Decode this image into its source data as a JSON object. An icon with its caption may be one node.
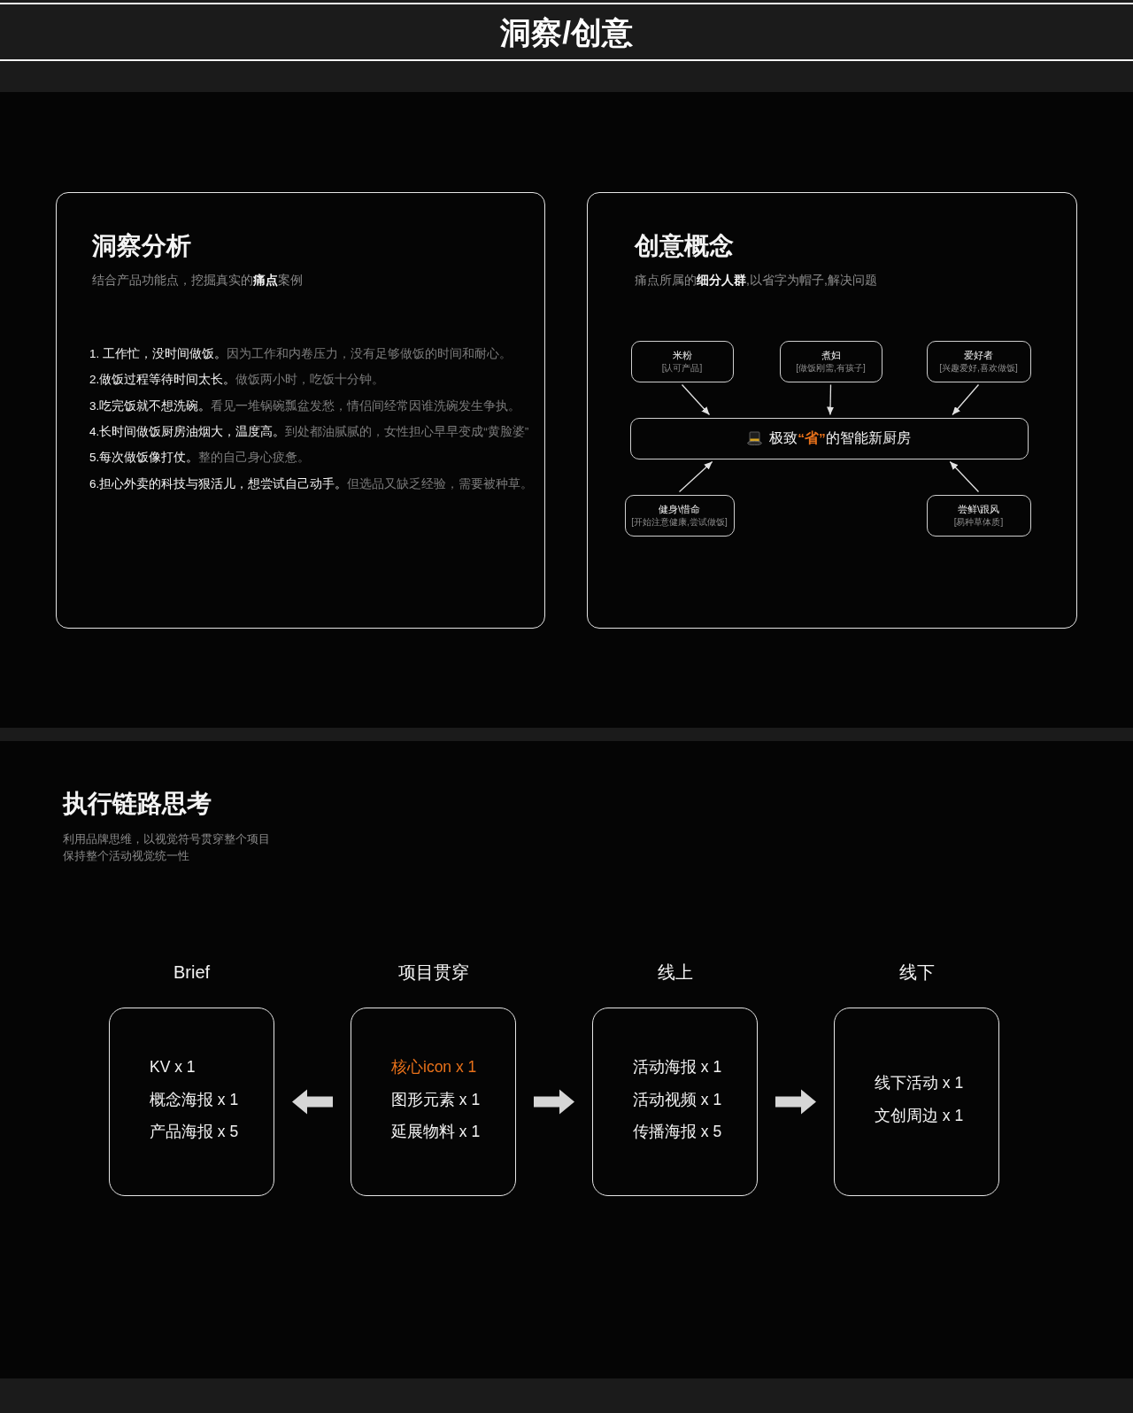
{
  "diagram": {
    "title": "洞察/创意",
    "nodes": [
      {
        "text": [
          "洞察分析",
          "结合产品功能点，挖掘真实的**痛点**案例",
          "**1. 工作忙，没时间做饭。**因为工作和内卷压力，没有足够做饭的时间和耐心。",
          "**2.做饭过程等待时间太长。**做饭两小时，吃饭十分钟。",
          "**3.吃完饭就不想洗碗。**看见一堆锅碗瓢盆发愁，情侣间经常因谁洗碗发生争执。",
          "**4.长时间做饭厨房油烟大，温度高。**到处都油腻腻的，女性担心早早变成“黄脸婆”",
          "**5.每次做饭像打仗。**整的自己身心疲惫。",
          "**6.担心外卖的科技与狠活儿，想尝试自己动手。**但选品又缺乏经验，需要被种草。"
        ]
      },
      {
        "text": [
          "创意概念",
          "痛点所属的**细分人群**,以省字为帽子,解决问题"
        ]
      },
      {
        "text": [
          "米粉",
          "[认可产品]"
        ],
        "in": 1
      },
      {
        "text": [
          "煮妇",
          "[做饭刚需,有孩子]"
        ],
        "in": 1
      },
      {
        "text": [
          "爱好者",
          "[兴趣爱好,喜欢做饭]"
        ],
        "in": 1
      },
      {
        "text": [
          "极致**“省”**的智能新厨房"
        ],
        "in": 1
      },
      {
        "text": [
          "健身\\惜命",
          "[开始注意健康,尝试做饭]"
        ],
        "in": 1
      },
      {
        "text": [
          "尝鲜\\跟风",
          "[易种草体质]"
        ],
        "in": 1
      },
      {
        "text": [
          "Brief",
          "KV x 1",
          "概念海报 x 1",
          "产品海报 x 5"
        ]
      },
      {
        "text": [
          "项目贯穿",
          "核心icon x 1",
          "图形元素 x 1",
          "延展物料 x 1"
        ]
      },
      {
        "text": [
          "线上",
          "活动海报 x 1",
          "活动视频 x 1",
          "传播海报 x 5"
        ]
      },
      {
        "text": [
          "线下",
          "线下活动 x 1",
          "文创周边 x 1"
        ]
      }
    ],
    "edges": [
      {
        "from": 2,
        "to": 5,
        "arrow": "to"
      },
      {
        "from": 3,
        "to": 5,
        "arrow": "to"
      },
      {
        "from": 4,
        "to": 5,
        "arrow": "to"
      },
      {
        "from": 6,
        "to": 5,
        "arrow": "to"
      },
      {
        "from": 7,
        "to": 5,
        "arrow": "to"
      },
      {
        "from": 9,
        "to": 8,
        "arrow": "to",
        "style": "thick"
      },
      {
        "from": 9,
        "to": 10,
        "arrow": "to",
        "style": "thick"
      },
      {
        "from": 10,
        "to": 11,
        "arrow": "to",
        "style": "thick"
      }
    ],
    "labels": [
      "执行链路思考",
      "利用品牌思维，以视觉符号贯穿整个项目保持整个活动视觉统一性"
    ]
  }
}
